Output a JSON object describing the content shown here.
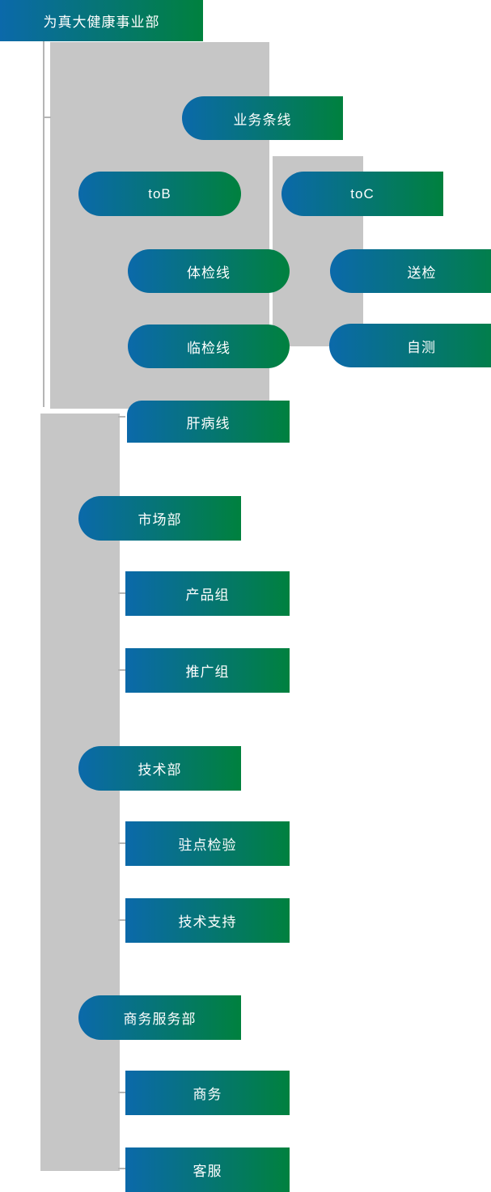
{
  "header": {
    "title": "为真大健康事业部"
  },
  "org": {
    "business_line": "业务条线",
    "tob": "toB",
    "toc": "toC",
    "physical_exam_line": "体检线",
    "send_test": "送检",
    "clinical_test_line": "临检线",
    "self_test": "自测",
    "liver_disease_line": "肝病线",
    "marketing_dept": "市场部",
    "product_group": "产品组",
    "promotion_group": "推广组",
    "tech_dept": "技术部",
    "onsite_testing": "驻点检验",
    "tech_support": "技术支持",
    "business_service_dept": "商务服务部",
    "business_group": "商务",
    "customer_service": "客服"
  },
  "colors": {
    "gradient_start_blue": "#0b69aa",
    "gradient_end_green": "#00813e",
    "connector_block_gray": "#c6c6c6",
    "connector_line_gray": "#b5b5b5",
    "text_white": "#ffffff"
  }
}
